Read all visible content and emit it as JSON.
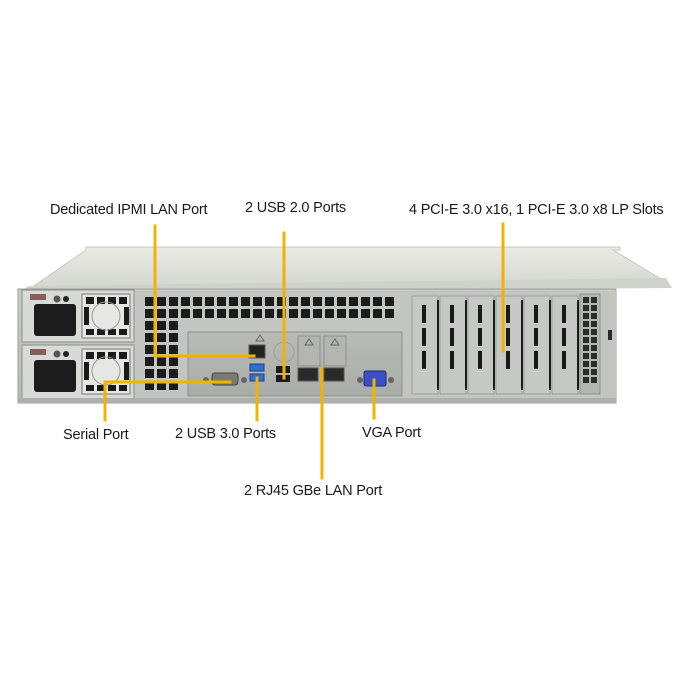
{
  "diagram": {
    "title": "Server rear panel I/O callouts",
    "accent_color": "#f0b400",
    "labels": {
      "ipmi": "Dedicated IPMI  LAN Port",
      "usb2": "2 USB 2.0 Ports",
      "pcie": "4 PCI-E 3.0 x16,  1 PCI-E 3.0 x8 LP Slots",
      "serial": "Serial Port",
      "usb3": "2 USB 3.0 Ports",
      "vga": "VGA Port",
      "lan": "2 RJ45  GBe LAN Port"
    },
    "components": {
      "psu_count": 2,
      "pcie_slot_count": 6,
      "usb3_color": "#2f6fd6",
      "vga_color": "#3a4fc8"
    }
  }
}
